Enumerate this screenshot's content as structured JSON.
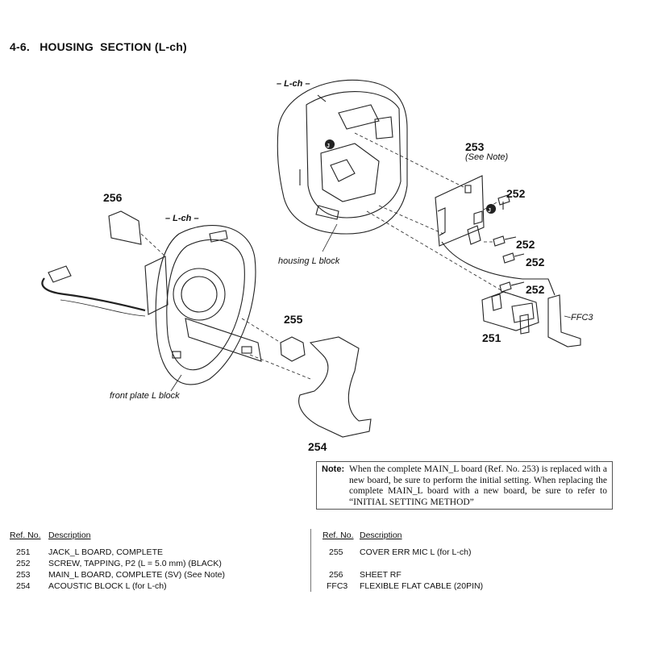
{
  "section": {
    "title": "4-6.   HOUSING  SECTION (L-ch)"
  },
  "diagram": {
    "lch_labels": [
      "– L-ch –",
      "– L-ch –"
    ],
    "callouts": {
      "housing": "housing L block",
      "front_plate": "front plate L block",
      "ffc3": "FFC3",
      "see_note": "(See Note)"
    },
    "refs": {
      "r253": "253",
      "r252a": "252",
      "r252b": "252",
      "r252c": "252",
      "r252d": "252",
      "r251": "251",
      "r256": "256",
      "r255": "255",
      "r254": "254"
    },
    "markers": [
      "J",
      "J"
    ]
  },
  "note": {
    "label": "Note:",
    "text": "When the complete MAIN_L board (Ref. No. 253) is replaced with a new board, be sure to perform the initial setting. When replacing the complete MAIN_L board with a new board, be sure to refer to “INITIAL SETTING METHOD”"
  },
  "parts_list": {
    "headers": {
      "ref_no": "Ref. No.",
      "description": "Description"
    },
    "left": [
      {
        "ref": "251",
        "desc": "JACK_L BOARD, COMPLETE"
      },
      {
        "ref": "252",
        "desc": "SCREW, TAPPING, P2 (L = 5.0 mm) (BLACK)"
      },
      {
        "ref": "253",
        "desc": "MAIN_L BOARD, COMPLETE (SV) (See Note)"
      },
      {
        "ref": "254",
        "desc": "ACOUSTIC BLOCK L (for L-ch)"
      }
    ],
    "right": [
      {
        "ref": "255",
        "desc": "COVER ERR MIC L (for L-ch)"
      },
      {
        "ref": "256",
        "desc": "SHEET RF"
      },
      {
        "ref": "FFC3",
        "desc": "FLEXIBLE FLAT CABLE (20PIN)"
      }
    ]
  }
}
